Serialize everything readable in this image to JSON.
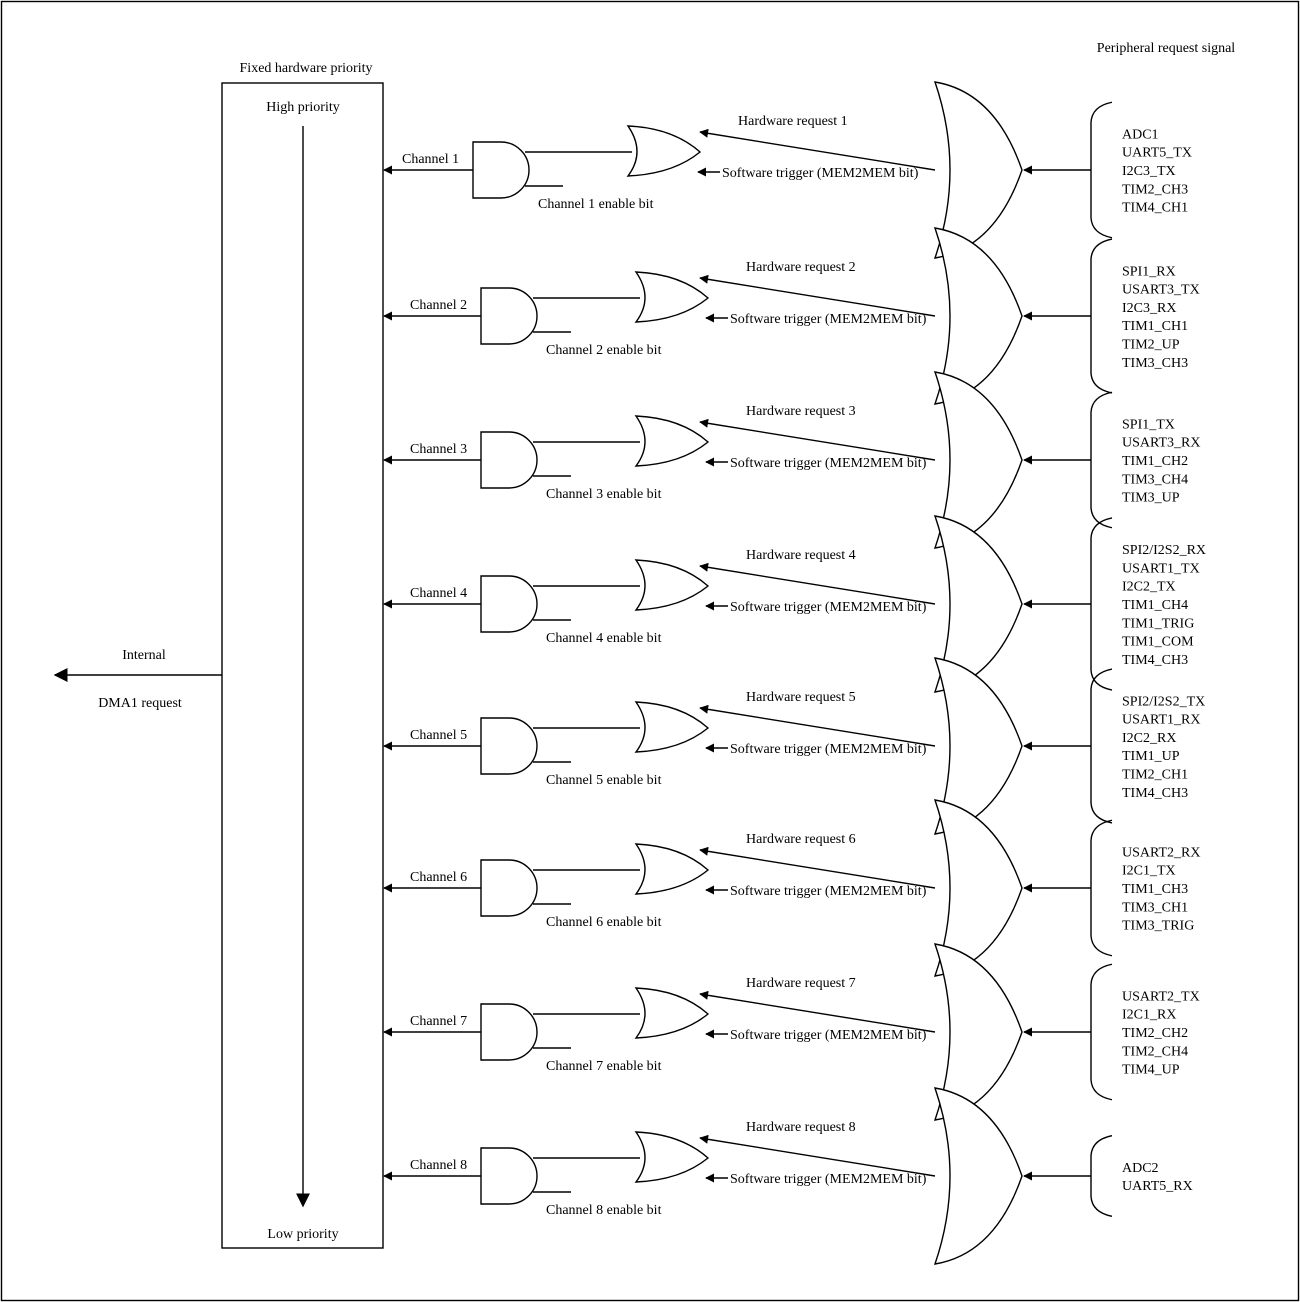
{
  "title_priority": "Fixed hardware priority",
  "high_priority": "High priority",
  "low_priority": "Low priority",
  "peripheral_title": "Peripheral request signal",
  "internal_label": "Internal",
  "dma_label": "DMA1 request",
  "channels": [
    {
      "label": "Channel 1",
      "enable": "Channel 1 enable bit",
      "hw": "Hardware request 1",
      "sw": "Software trigger (MEM2MEM bit)",
      "signals": [
        "ADC1",
        "UART5_TX",
        "I2C3_TX",
        "TIM2_CH3",
        "TIM4_CH1"
      ]
    },
    {
      "label": "Channel 2",
      "enable": "Channel 2 enable bit",
      "hw": "Hardware request 2",
      "sw": "Software trigger (MEM2MEM bit)",
      "signals": [
        "SPI1_RX",
        "USART3_TX",
        "I2C3_RX",
        "TIM1_CH1",
        "TIM2_UP",
        "TIM3_CH3"
      ]
    },
    {
      "label": "Channel 3",
      "enable": "Channel 3 enable bit",
      "hw": "Hardware request 3",
      "sw": "Software trigger (MEM2MEM bit)",
      "signals": [
        "SPI1_TX",
        "USART3_RX",
        "TIM1_CH2",
        "TIM3_CH4",
        "TIM3_UP"
      ]
    },
    {
      "label": "Channel 4",
      "enable": "Channel 4 enable bit",
      "hw": "Hardware request 4",
      "sw": "Software trigger (MEM2MEM bit)",
      "signals": [
        "SPI2/I2S2_RX",
        "USART1_TX",
        "I2C2_TX",
        "TIM1_CH4",
        "TIM1_TRIG",
        "TIM1_COM",
        "TIM4_CH3"
      ]
    },
    {
      "label": "Channel 5",
      "enable": "Channel 5 enable bit",
      "hw": "Hardware request 5",
      "sw": "Software trigger (MEM2MEM bit)",
      "signals": [
        "SPI2/I2S2_TX",
        "USART1_RX",
        "I2C2_RX",
        "TIM1_UP",
        "TIM2_CH1",
        "TIM4_CH3"
      ]
    },
    {
      "label": "Channel 6",
      "enable": "Channel 6 enable bit",
      "hw": "Hardware request 6",
      "sw": "Software trigger (MEM2MEM bit)",
      "signals": [
        "USART2_RX",
        "I2C1_TX",
        "TIM1_CH3",
        "TIM3_CH1",
        "TIM3_TRIG"
      ]
    },
    {
      "label": "Channel 7",
      "enable": "Channel 7 enable bit",
      "hw": "Hardware request 7",
      "sw": "Software trigger (MEM2MEM bit)",
      "signals": [
        "USART2_TX",
        "I2C1_RX",
        "TIM2_CH2",
        "TIM2_CH4",
        "TIM4_UP"
      ]
    },
    {
      "label": "Channel 8",
      "enable": "Channel 8 enable bit",
      "hw": "Hardware request 8",
      "sw": "Software trigger (MEM2MEM bit)",
      "signals": [
        "ADC2",
        "UART5_RX"
      ]
    }
  ]
}
